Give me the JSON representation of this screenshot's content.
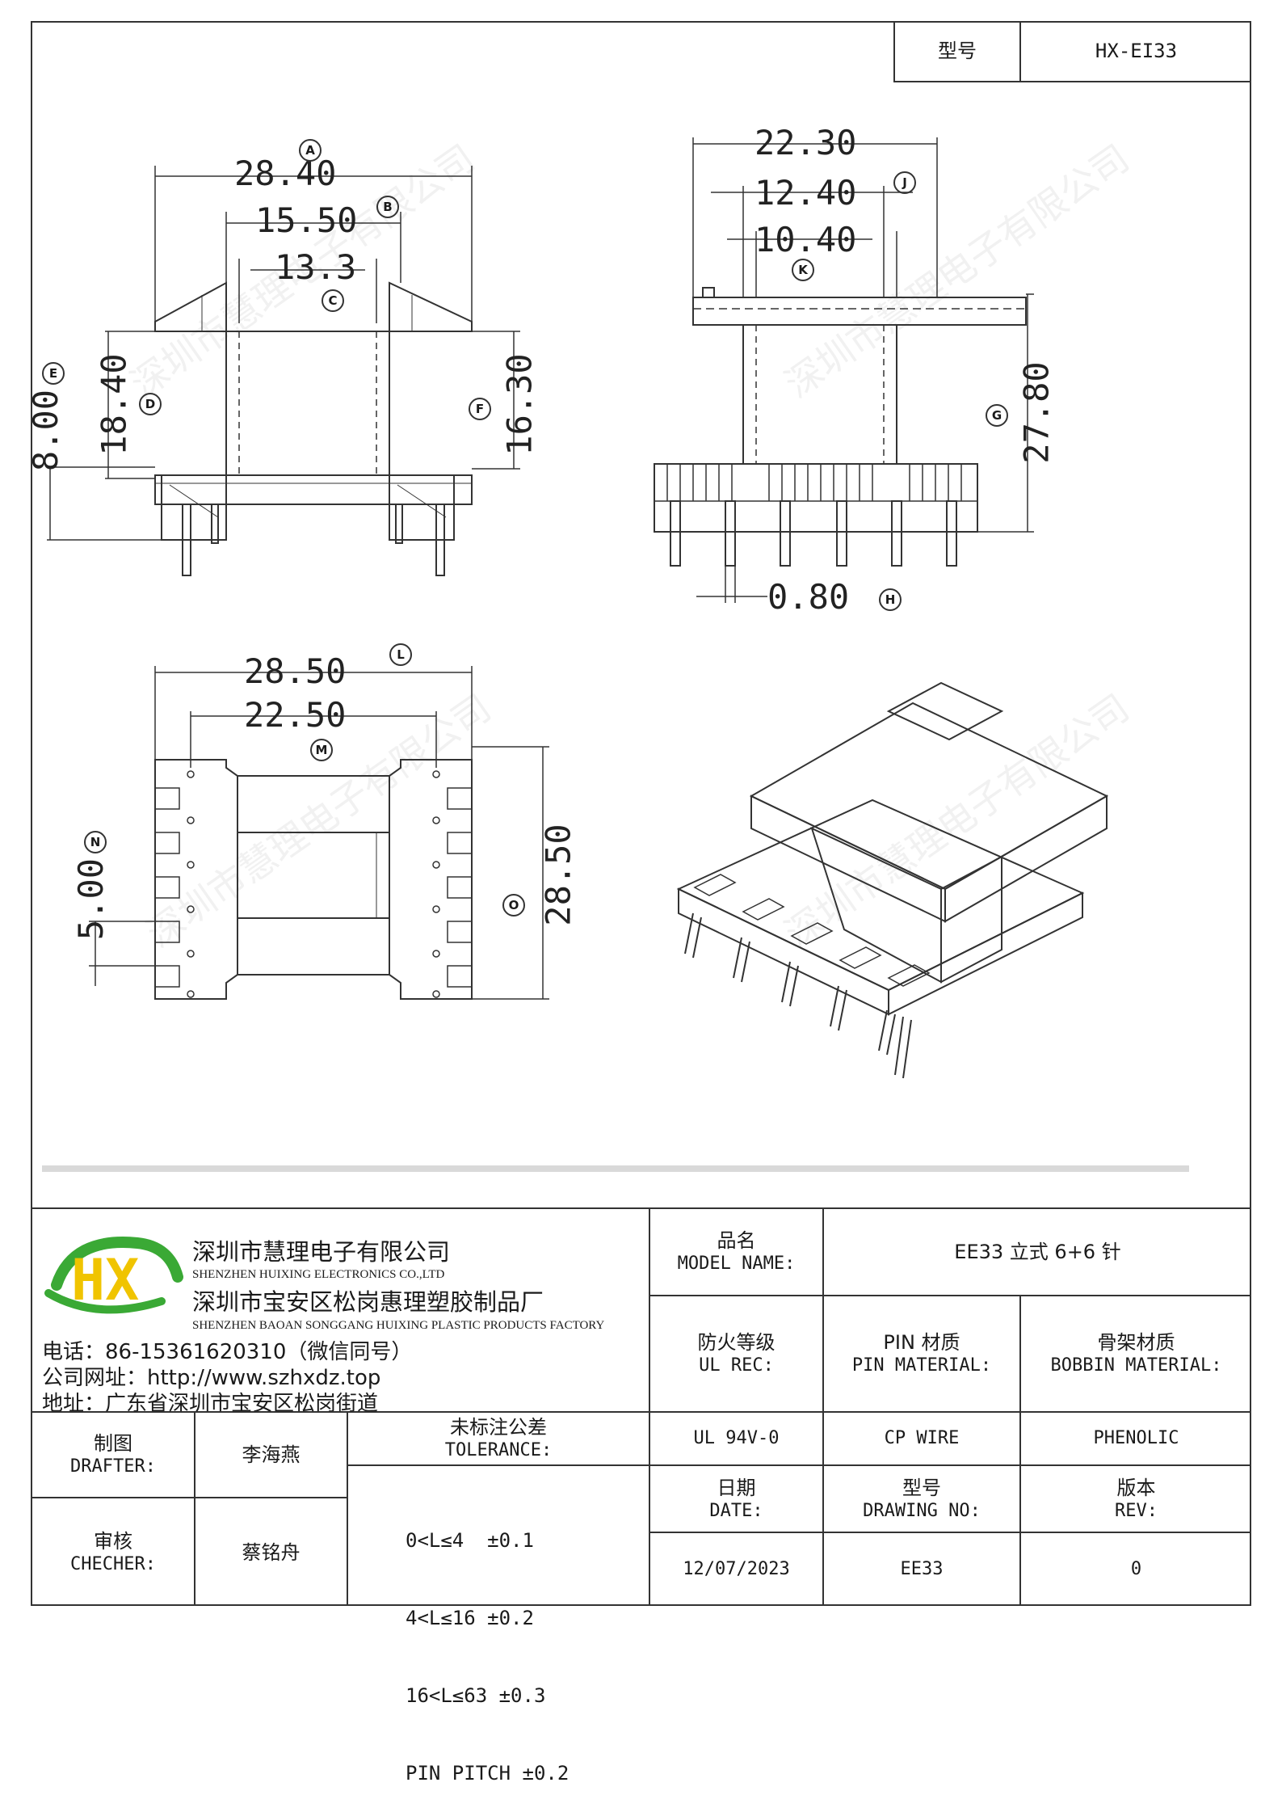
{
  "header": {
    "model_label": "型号",
    "model_value": "HX-EI33"
  },
  "drawing": {
    "front": {
      "dims": [
        "28.40",
        "15.50",
        "13.3",
        "18.40",
        "8.00",
        "16.30"
      ],
      "circles": [
        "A",
        "B",
        "C",
        "D",
        "E",
        "F"
      ]
    },
    "side": {
      "dims": [
        "22.30",
        "12.40",
        "10.40",
        "27.80",
        "0.80"
      ],
      "circles": [
        "J",
        "K",
        "G",
        "H"
      ]
    },
    "bottom": {
      "dims": [
        "28.50",
        "22.50",
        "5.00",
        "28.50"
      ],
      "circles": [
        "L",
        "M",
        "N",
        "O"
      ]
    }
  },
  "company": {
    "name_cn": "深圳市慧理电子有限公司",
    "name_en": "SHENZHEN HUIXING ELECTRONICS CO.,LTD",
    "factory_cn": "深圳市宝安区松岗惠理塑胶制品厂",
    "factory_en": "SHENZHEN BAOAN SONGGANG HUIXING PLASTIC PRODUCTS FACTORY",
    "phone": "电话：86-15361620310（微信同号）",
    "website": "公司网址：http://www.szhxdz.top",
    "address": "地址：广东省深圳市宝安区松岗街道",
    "logo_letters": "HX"
  },
  "watermark": "深圳市慧理电子有限公司",
  "titleblock": {
    "model_name_cn": "品名",
    "model_name_en": "MODEL NAME:",
    "model_name_value": "EE33 立式 6+6 针",
    "ul_cn": "防火等级",
    "ul_en": "UL REC:",
    "pin_cn": "PIN 材质",
    "pin_en": "PIN MATERIAL:",
    "bobbin_cn": "骨架材质",
    "bobbin_en": "BOBBIN MATERIAL:",
    "ul_value": "UL 94V-0",
    "pin_value": "CP WIRE",
    "bobbin_value": "PHENOLIC",
    "date_cn": "日期",
    "date_en": "DATE:",
    "drawno_cn": "型号",
    "drawno_en": "DRAWING NO:",
    "rev_cn": "版本",
    "rev_en": "REV:",
    "date_value": "12/07/2023",
    "drawno_value": "EE33",
    "rev_value": "0",
    "drafter_cn": "制图",
    "drafter_en": "DRAFTER:",
    "drafter_value": "李海燕",
    "checker_cn": "审核",
    "checker_en": "CHECHER:",
    "checker_value": "蔡铭舟",
    "tol_cn": "未标注公差",
    "tol_en": "TOLERANCE:",
    "tol_lines": [
      "0<L≤4  ±0.1",
      "4<L≤16 ±0.2",
      "16<L≤63 ±0.3",
      "PIN PITCH ±0.2"
    ]
  }
}
